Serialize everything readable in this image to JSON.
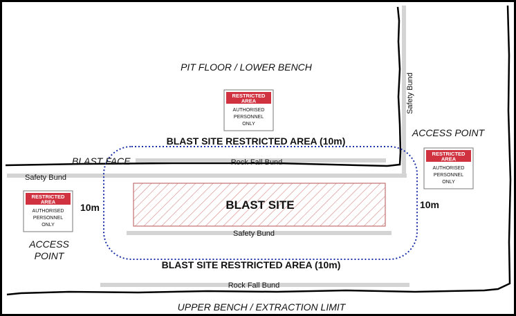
{
  "labels": {
    "pit_floor": "PIT FLOOR / LOWER BENCH",
    "upper_bench": "UPPER BENCH / EXTRACTION LIMIT",
    "blast_face": "BLAST FACE",
    "access_point_right": "ACCESS POINT",
    "access_point_left_1": "ACCESS",
    "access_point_left_2": "POINT",
    "restricted_top": "BLAST SITE RESTRICTED AREA (10m)",
    "restricted_bottom": "BLAST SITE RESTRICTED AREA (10m)",
    "blast_site": "BLAST SITE",
    "dist_left": "10m",
    "dist_right": "10m",
    "rock_fall_bund_top": "Rock Fall Bund",
    "rock_fall_bund_bottom": "Rock Fall Bund",
    "safety_bund_left": "Safety Bund",
    "safety_bund_inner": "Safety Bund",
    "safety_bund_vertical": "Safety Bund"
  },
  "sign": {
    "header_1": "RESTRICTED",
    "header_2": "AREA",
    "body_1": "AUTHORISED",
    "body_2": "PERSONNEL",
    "body_3": "ONLY"
  },
  "colors": {
    "sign_red": "#d0323f",
    "bund_grey": "#d4d4d4",
    "hatch_red": "#d98d8d",
    "dotted_blue": "#1a2fa8"
  }
}
